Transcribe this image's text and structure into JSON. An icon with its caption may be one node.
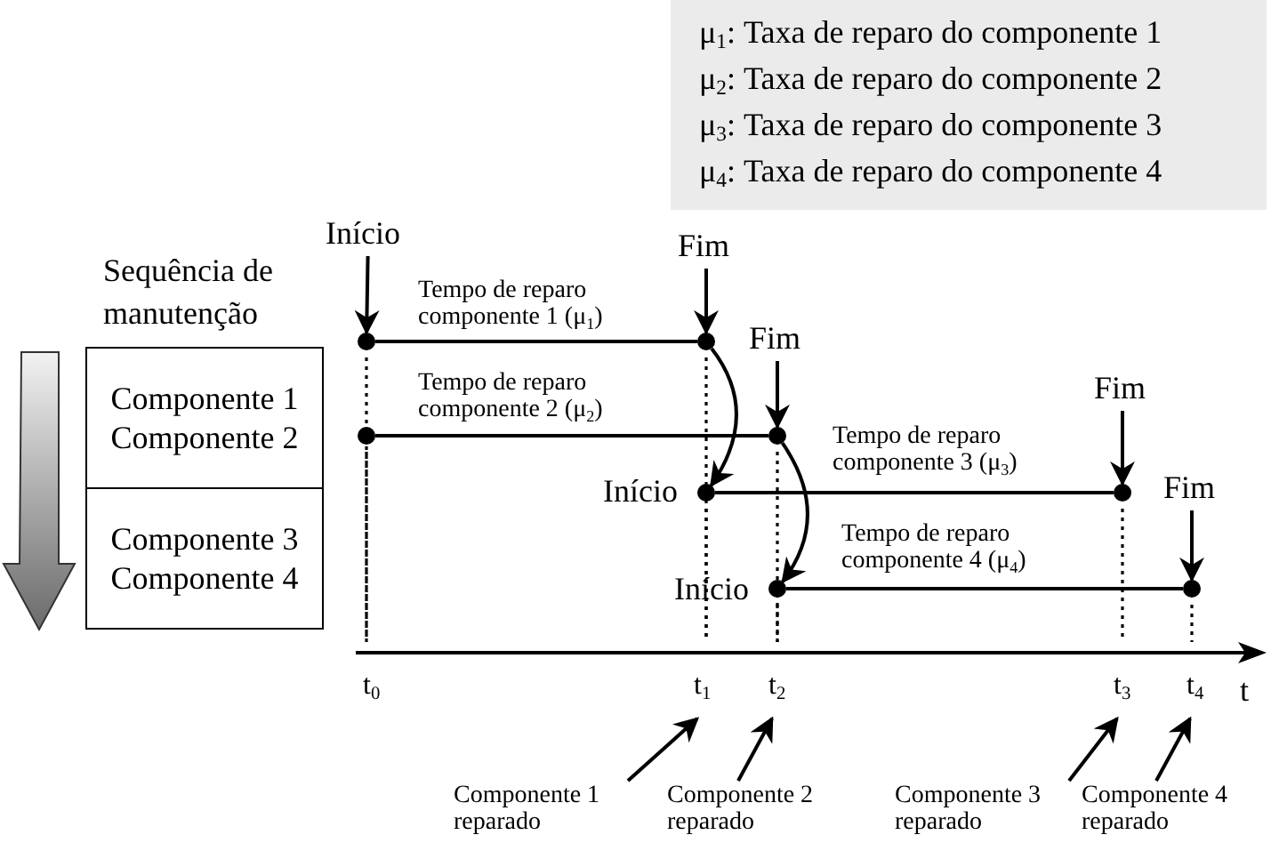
{
  "diagram": {
    "nodes": [
      {
        "text": [
          "Componente 1 Componente 2"
        ]
      },
      {
        "text": [
          "Componente 3 Componente 4"
        ]
      },
      {
        "text": [],
        "shape": "circle"
      },
      {
        "text": [],
        "shape": "circle"
      },
      {
        "text": [],
        "shape": "circle"
      },
      {
        "text": [],
        "shape": "circle"
      },
      {
        "text": [],
        "shape": "circle",
        "beside": [
          "Início"
        ]
      },
      {
        "text": [],
        "shape": "circle"
      },
      {
        "text": [],
        "shape": "circle",
        "beside": [
          "Início"
        ]
      },
      {
        "text": [],
        "shape": "circle"
      },
      {
        "text": [
          "Início"
        ]
      },
      {
        "text": [
          "Fim"
        ]
      },
      {
        "text": [
          "Fim"
        ]
      },
      {
        "text": [
          "Fim"
        ]
      },
      {
        "text": [
          "Fim"
        ]
      },
      {
        "text": [
          "Componente 1 reparado"
        ]
      },
      {
        "text": [
          "Componente 2 reparado"
        ]
      },
      {
        "text": [
          "Componente 3 reparado"
        ]
      },
      {
        "text": [
          "Componente 4 reparado"
        ]
      },
      {
        "text": [
          "t$_{0}$"
        ]
      },
      {
        "text": [
          "t$_{1}$"
        ]
      },
      {
        "text": [
          "t$_{2}$"
        ]
      },
      {
        "text": [
          "t$_{3}$"
        ]
      },
      {
        "text": [
          "t$_{4}$"
        ]
      }
    ],
    "edges": [
      {
        "from": 2,
        "to": 3,
        "arrow": "none",
        "label": "Tempo de reparo componente 1 (μ$_{1}$)"
      },
      {
        "from": 4,
        "to": 5,
        "arrow": "none",
        "label": "Tempo de reparo componente 2 (μ$_{2}$)"
      },
      {
        "from": 6,
        "to": 7,
        "arrow": "none",
        "label": "Tempo de reparo componente 3 (μ$_{3}$)"
      },
      {
        "from": 8,
        "to": 9,
        "arrow": "none",
        "label": "Tempo de reparo componente 4 (μ$_{4}$)"
      },
      {
        "from": 3,
        "to": 6,
        "arrow": "to"
      },
      {
        "from": 5,
        "to": 8,
        "arrow": "to"
      },
      {
        "from": 10,
        "to": 2,
        "arrow": "to"
      },
      {
        "from": 11,
        "to": 3,
        "arrow": "to"
      },
      {
        "from": 12,
        "to": 5,
        "arrow": "to"
      },
      {
        "from": 13,
        "to": 7,
        "arrow": "to"
      },
      {
        "from": 14,
        "to": 9,
        "arrow": "to"
      },
      {
        "from": 15,
        "to": 20,
        "arrow": "to"
      },
      {
        "from": 16,
        "to": 21,
        "arrow": "to"
      },
      {
        "from": 17,
        "to": 22,
        "arrow": "to"
      },
      {
        "from": 18,
        "to": 23,
        "arrow": "to"
      },
      {
        "from": 0,
        "to": 1,
        "arrow": "to",
        "style": "thick"
      }
    ],
    "labels": [
      "μ$_{1}$: Taxa de reparo do componente 1",
      "μ$_{2}$: Taxa de reparo do componente 2",
      "μ$_{3}$: Taxa de reparo do componente 3",
      "μ$_{4}$: Taxa de reparo do componente 4",
      "Sequência de manutenção",
      "t"
    ]
  }
}
